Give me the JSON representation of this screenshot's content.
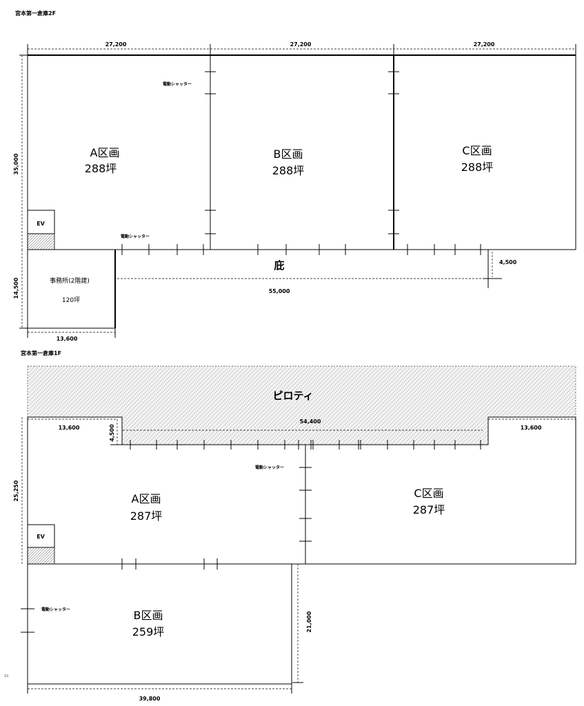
{
  "floor2": {
    "heading": "宮本第一倉庫2F",
    "dims": {
      "top_a": "27,200",
      "top_b": "27,200",
      "top_c": "27,200",
      "height": "35,000",
      "office_height": "14,500",
      "office_width": "13,600",
      "eave_length": "55,000",
      "eave_depth": "4,500"
    },
    "zones": {
      "a_name": "A区画",
      "a_area": "288坪",
      "b_name": "B区画",
      "b_area": "288坪",
      "c_name": "C区画",
      "c_area": "288坪"
    },
    "office_name": "事務所(2階建)",
    "office_area": "120坪",
    "ev_label": "EV",
    "eave_label": "庇",
    "shutter_label_1": "電動シャッター",
    "shutter_label_2": "電動シャッター"
  },
  "floor1": {
    "heading": "宮本第一倉庫1F",
    "piloti_label": "ピロティ",
    "dims": {
      "left_gap": "13,600",
      "right_gap": "13,600",
      "center_width": "54,400",
      "step_depth": "4,500",
      "height": "25,250",
      "b_height": "21,000",
      "b_width": "39,800"
    },
    "zones": {
      "a_name": "A区画",
      "a_area": "287坪",
      "b_name": "B区画",
      "b_area": "259坪",
      "c_name": "C区画",
      "c_area": "287坪"
    },
    "ev_label": "EV",
    "shutter_label_1": "電動シャッター",
    "shutter_label_2": "電動シャッター"
  },
  "page_number": "10"
}
